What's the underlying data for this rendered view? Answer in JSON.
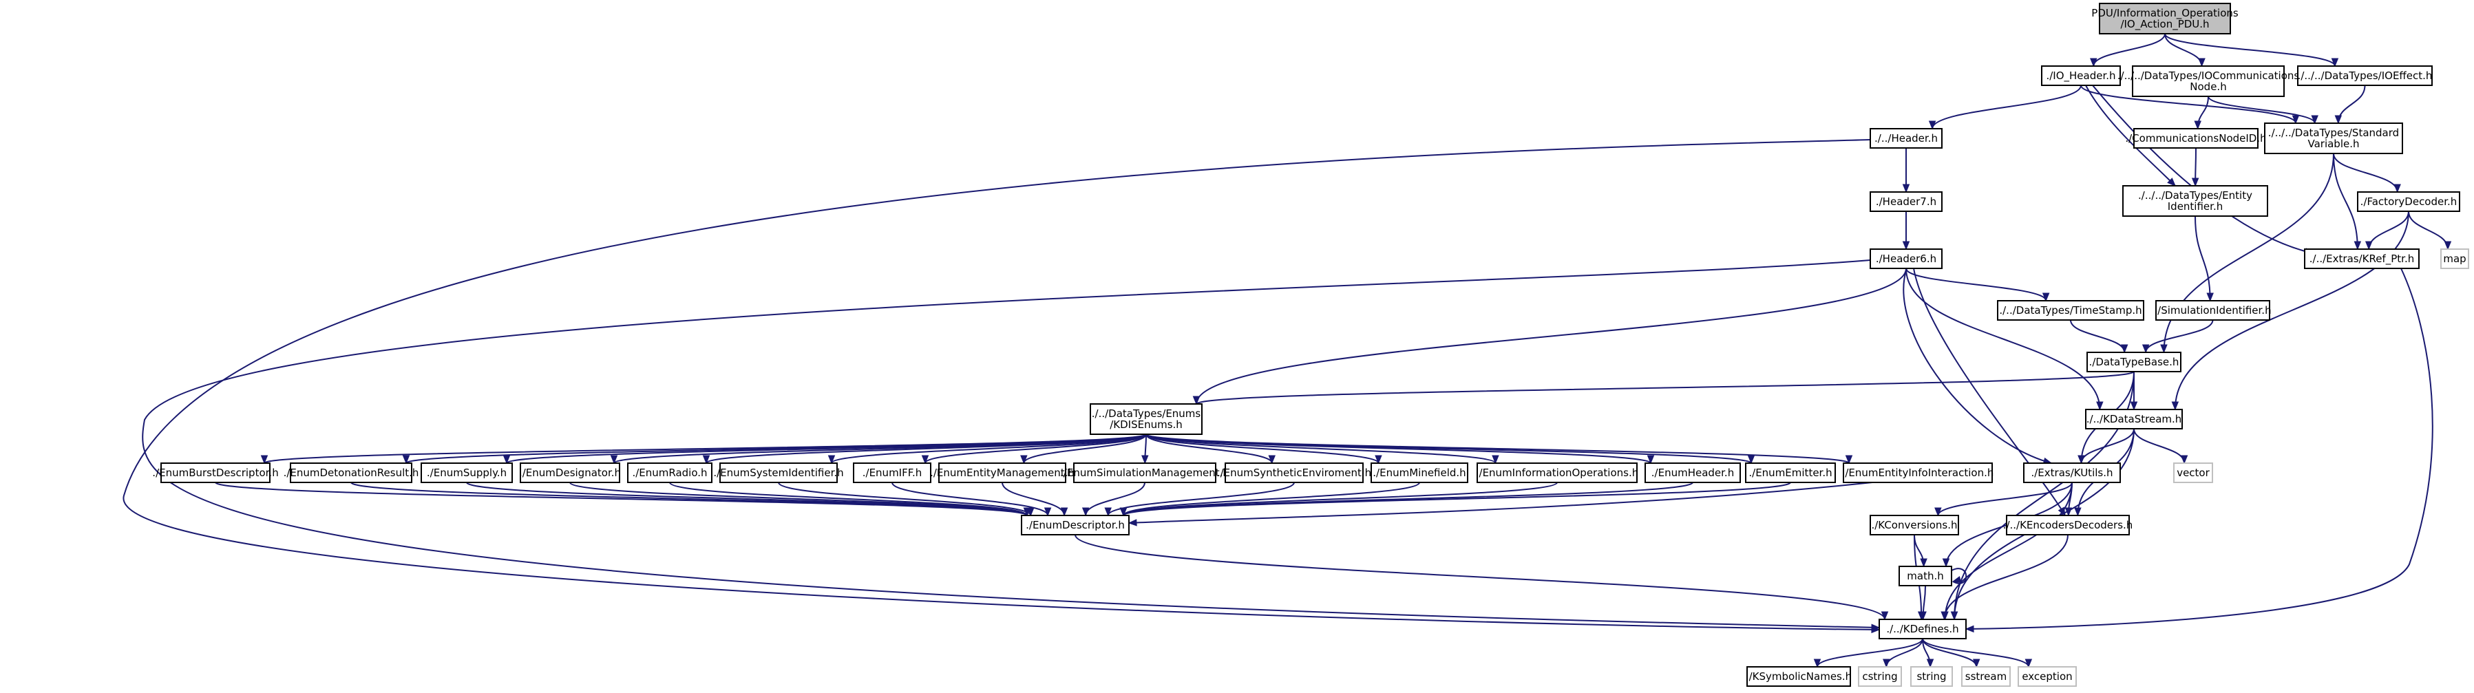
{
  "nodes": [
    {
      "id": "io_action_pdu",
      "lines": [
        "PDU/Information_Operations",
        "/IO_Action_PDU.h"
      ],
      "kind": "root"
    },
    {
      "id": "io_header",
      "lines": [
        "./IO_Header.h"
      ],
      "kind": "file"
    },
    {
      "id": "io_comm_node",
      "lines": [
        "./../../DataTypes/IOCommunications",
        "Node.h"
      ],
      "kind": "file"
    },
    {
      "id": "io_effect",
      "lines": [
        "./../../DataTypes/IOEffect.h"
      ],
      "kind": "file"
    },
    {
      "id": "header",
      "lines": [
        "./../Header.h"
      ],
      "kind": "file"
    },
    {
      "id": "comm_node_id",
      "lines": [
        "./CommunicationsNodeID.h"
      ],
      "kind": "file"
    },
    {
      "id": "standard_variable",
      "lines": [
        "./../../DataTypes/Standard",
        "Variable.h"
      ],
      "kind": "file"
    },
    {
      "id": "header7",
      "lines": [
        "./Header7.h"
      ],
      "kind": "file"
    },
    {
      "id": "entity_identifier",
      "lines": [
        "./../../DataTypes/Entity",
        "Identifier.h"
      ],
      "kind": "file"
    },
    {
      "id": "factory_decoder",
      "lines": [
        "./FactoryDecoder.h"
      ],
      "kind": "file"
    },
    {
      "id": "header6",
      "lines": [
        "./Header6.h"
      ],
      "kind": "file"
    },
    {
      "id": "kref_ptr",
      "lines": [
        "./../Extras/KRef_Ptr.h"
      ],
      "kind": "file"
    },
    {
      "id": "map",
      "lines": [
        "map"
      ],
      "kind": "ext"
    },
    {
      "id": "time_stamp",
      "lines": [
        "./../DataTypes/TimeStamp.h"
      ],
      "kind": "file"
    },
    {
      "id": "simulation_identifier",
      "lines": [
        "./SimulationIdentifier.h"
      ],
      "kind": "file"
    },
    {
      "id": "data_type_base",
      "lines": [
        "./DataTypeBase.h"
      ],
      "kind": "file"
    },
    {
      "id": "kdis_enums",
      "lines": [
        "./../DataTypes/Enums",
        "/KDISEnums.h"
      ],
      "kind": "file"
    },
    {
      "id": "kdata_stream",
      "lines": [
        "./../KDataStream.h"
      ],
      "kind": "file"
    },
    {
      "id": "enum_burst",
      "lines": [
        "./EnumBurstDescriptor.h"
      ],
      "kind": "file"
    },
    {
      "id": "enum_detonation",
      "lines": [
        "./EnumDetonationResult.h"
      ],
      "kind": "file"
    },
    {
      "id": "enum_supply",
      "lines": [
        "./EnumSupply.h"
      ],
      "kind": "file"
    },
    {
      "id": "enum_designator",
      "lines": [
        "./EnumDesignator.h"
      ],
      "kind": "file"
    },
    {
      "id": "enum_radio",
      "lines": [
        "./EnumRadio.h"
      ],
      "kind": "file"
    },
    {
      "id": "enum_system_identifier",
      "lines": [
        "./EnumSystemIdentifier.h"
      ],
      "kind": "file"
    },
    {
      "id": "enum_iff",
      "lines": [
        "./EnumIFF.h"
      ],
      "kind": "file"
    },
    {
      "id": "enum_entity_management",
      "lines": [
        "./EnumEntityManagement.h"
      ],
      "kind": "file"
    },
    {
      "id": "enum_simulation_management",
      "lines": [
        "./EnumSimulationManagement.h"
      ],
      "kind": "file"
    },
    {
      "id": "enum_synthetic",
      "lines": [
        "./EnumSyntheticEnviroment.h"
      ],
      "kind": "file"
    },
    {
      "id": "enum_minefield",
      "lines": [
        "./EnumMinefield.h"
      ],
      "kind": "file"
    },
    {
      "id": "enum_information_operations",
      "lines": [
        "./EnumInformationOperations.h"
      ],
      "kind": "file"
    },
    {
      "id": "enum_header",
      "lines": [
        "./EnumHeader.h"
      ],
      "kind": "file"
    },
    {
      "id": "enum_emitter",
      "lines": [
        "./EnumEmitter.h"
      ],
      "kind": "file"
    },
    {
      "id": "enum_entity_info",
      "lines": [
        "./EnumEntityInfoInteraction.h"
      ],
      "kind": "file"
    },
    {
      "id": "extras_kutils",
      "lines": [
        "./Extras/KUtils.h"
      ],
      "kind": "file"
    },
    {
      "id": "vector",
      "lines": [
        "vector"
      ],
      "kind": "ext"
    },
    {
      "id": "enum_descriptor",
      "lines": [
        "./EnumDescriptor.h"
      ],
      "kind": "file"
    },
    {
      "id": "kconversions",
      "lines": [
        "./KConversions.h"
      ],
      "kind": "file"
    },
    {
      "id": "kencoders",
      "lines": [
        "./../KEncodersDecoders.h"
      ],
      "kind": "file"
    },
    {
      "id": "math",
      "lines": [
        "math.h"
      ],
      "kind": "file"
    },
    {
      "id": "kdefines",
      "lines": [
        "./../KDefines.h"
      ],
      "kind": "file"
    },
    {
      "id": "ksymbolic",
      "lines": [
        "./KSymbolicNames.h"
      ],
      "kind": "file"
    },
    {
      "id": "cstring",
      "lines": [
        "cstring"
      ],
      "kind": "ext"
    },
    {
      "id": "string",
      "lines": [
        "string"
      ],
      "kind": "ext"
    },
    {
      "id": "sstream",
      "lines": [
        "sstream"
      ],
      "kind": "ext"
    },
    {
      "id": "exception",
      "lines": [
        "exception"
      ],
      "kind": "ext"
    }
  ],
  "edges": [
    [
      "io_action_pdu",
      "io_header"
    ],
    [
      "io_action_pdu",
      "io_comm_node"
    ],
    [
      "io_action_pdu",
      "io_effect"
    ],
    [
      "io_header",
      "header"
    ],
    [
      "io_header",
      "standard_variable"
    ],
    [
      "io_header",
      "entity_identifier"
    ],
    [
      "io_header",
      "kref_ptr"
    ],
    [
      "io_comm_node",
      "comm_node_id"
    ],
    [
      "io_comm_node",
      "standard_variable"
    ],
    [
      "io_effect",
      "standard_variable"
    ],
    [
      "header",
      "header7"
    ],
    [
      "header",
      "kdefines"
    ],
    [
      "comm_node_id",
      "entity_identifier"
    ],
    [
      "standard_variable",
      "factory_decoder"
    ],
    [
      "standard_variable",
      "kref_ptr"
    ],
    [
      "standard_variable",
      "data_type_base"
    ],
    [
      "header7",
      "header6"
    ],
    [
      "entity_identifier",
      "simulation_identifier"
    ],
    [
      "factory_decoder",
      "kref_ptr"
    ],
    [
      "factory_decoder",
      "map"
    ],
    [
      "factory_decoder",
      "kdata_stream"
    ],
    [
      "header6",
      "time_stamp"
    ],
    [
      "header6",
      "kdis_enums"
    ],
    [
      "header6",
      "kdata_stream"
    ],
    [
      "header6",
      "extras_kutils"
    ],
    [
      "header6",
      "kencoders"
    ],
    [
      "header6",
      "kdefines"
    ],
    [
      "kref_ptr",
      "kdefines"
    ],
    [
      "time_stamp",
      "data_type_base"
    ],
    [
      "simulation_identifier",
      "data_type_base"
    ],
    [
      "data_type_base",
      "kdis_enums"
    ],
    [
      "data_type_base",
      "kdata_stream"
    ],
    [
      "data_type_base",
      "extras_kutils"
    ],
    [
      "data_type_base",
      "kdefines"
    ],
    [
      "kdis_enums",
      "enum_burst"
    ],
    [
      "kdis_enums",
      "enum_detonation"
    ],
    [
      "kdis_enums",
      "enum_supply"
    ],
    [
      "kdis_enums",
      "enum_designator"
    ],
    [
      "kdis_enums",
      "enum_radio"
    ],
    [
      "kdis_enums",
      "enum_system_identifier"
    ],
    [
      "kdis_enums",
      "enum_iff"
    ],
    [
      "kdis_enums",
      "enum_entity_management"
    ],
    [
      "kdis_enums",
      "enum_simulation_management"
    ],
    [
      "kdis_enums",
      "enum_synthetic"
    ],
    [
      "kdis_enums",
      "enum_minefield"
    ],
    [
      "kdis_enums",
      "enum_information_operations"
    ],
    [
      "kdis_enums",
      "enum_header"
    ],
    [
      "kdis_enums",
      "enum_emitter"
    ],
    [
      "kdis_enums",
      "enum_entity_info"
    ],
    [
      "kdata_stream",
      "extras_kutils"
    ],
    [
      "kdata_stream",
      "vector"
    ],
    [
      "kdata_stream",
      "kencoders"
    ],
    [
      "kdata_stream",
      "kdefines"
    ],
    [
      "enum_burst",
      "enum_descriptor"
    ],
    [
      "enum_detonation",
      "enum_descriptor"
    ],
    [
      "enum_supply",
      "enum_descriptor"
    ],
    [
      "enum_designator",
      "enum_descriptor"
    ],
    [
      "enum_radio",
      "enum_descriptor"
    ],
    [
      "enum_system_identifier",
      "enum_descriptor"
    ],
    [
      "enum_iff",
      "enum_descriptor"
    ],
    [
      "enum_entity_management",
      "enum_descriptor"
    ],
    [
      "enum_simulation_management",
      "enum_descriptor"
    ],
    [
      "enum_synthetic",
      "enum_descriptor"
    ],
    [
      "enum_minefield",
      "enum_descriptor"
    ],
    [
      "enum_information_operations",
      "enum_descriptor"
    ],
    [
      "enum_header",
      "enum_descriptor"
    ],
    [
      "enum_emitter",
      "enum_descriptor"
    ],
    [
      "enum_entity_info",
      "enum_descriptor"
    ],
    [
      "extras_kutils",
      "kconversions"
    ],
    [
      "extras_kutils",
      "kencoders"
    ],
    [
      "extras_kutils",
      "math"
    ],
    [
      "extras_kutils",
      "kdefines"
    ],
    [
      "enum_descriptor",
      "kdefines"
    ],
    [
      "kconversions",
      "math"
    ],
    [
      "kconversions",
      "kdefines"
    ],
    [
      "kencoders",
      "kdefines"
    ],
    [
      "math",
      "math"
    ],
    [
      "math",
      "kdefines"
    ],
    [
      "kdefines",
      "ksymbolic"
    ],
    [
      "kdefines",
      "cstring"
    ],
    [
      "kdefines",
      "string"
    ],
    [
      "kdefines",
      "sstream"
    ],
    [
      "kdefines",
      "exception"
    ]
  ],
  "colors": {
    "edge": "#191970",
    "root_fill": "#bfbfbf",
    "node_border": "#000000",
    "external_border": "#bfbfbf"
  }
}
